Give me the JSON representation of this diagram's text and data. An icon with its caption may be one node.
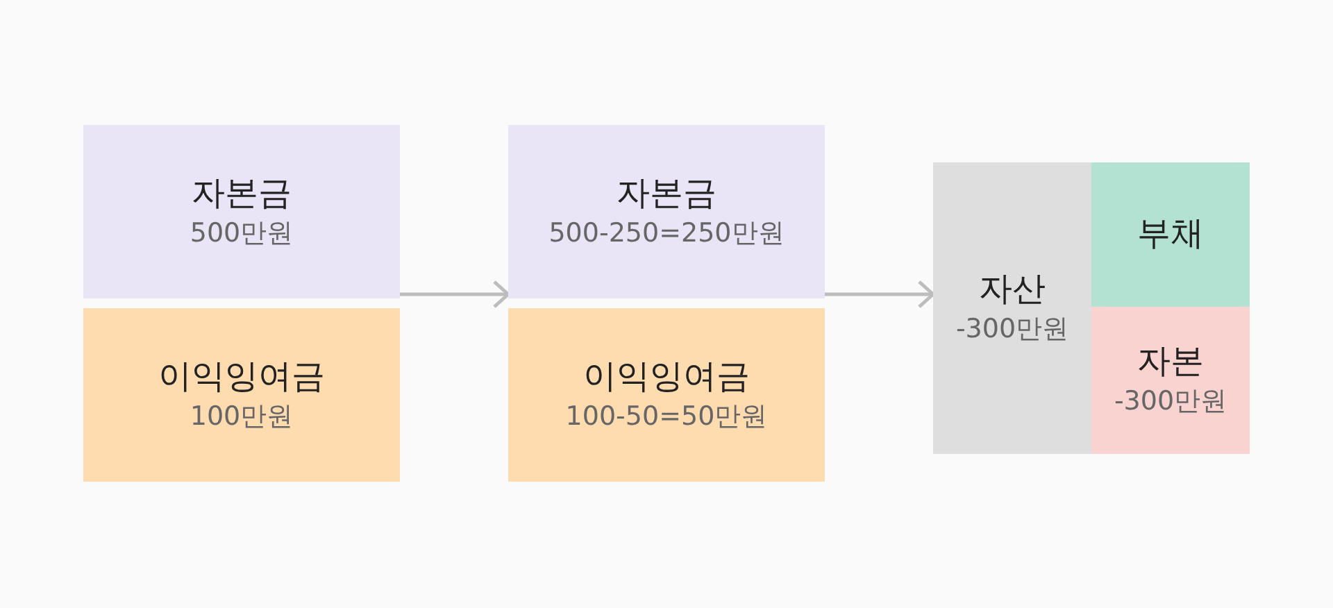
{
  "diagram": {
    "nodes": [
      {
        "text": [
          "자본금",
          "500만원"
        ]
      },
      {
        "text": [
          "이익잉여금",
          "100만원"
        ]
      },
      {
        "text": [
          "자본금",
          "500-250=250만원"
        ]
      },
      {
        "text": [
          "이익잉여금",
          "100-50=50만원"
        ]
      },
      {
        "text": [
          "자산",
          "-300만원"
        ]
      },
      {
        "text": [
          "부채"
        ]
      },
      {
        "text": [
          "자본",
          "-300만원"
        ]
      }
    ],
    "edges": [
      {
        "from": 0,
        "to": 2,
        "arrow": "to"
      },
      {
        "from": 2,
        "to": 4,
        "arrow": "to"
      }
    ]
  }
}
